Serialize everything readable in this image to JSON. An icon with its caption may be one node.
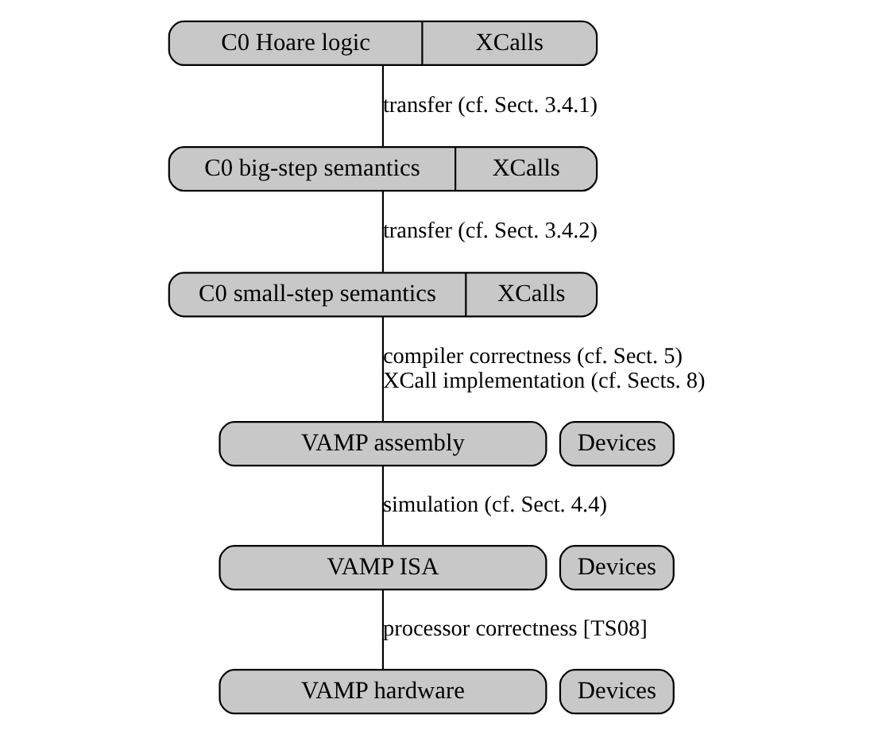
{
  "diagram": {
    "nodes": [
      {
        "text": [
          "C0 Hoare logic",
          "XCalls"
        ]
      },
      {
        "text": [
          "C0 big-step semantics",
          "XCalls"
        ]
      },
      {
        "text": [
          "C0 small-step semantics",
          "XCalls"
        ]
      },
      {
        "text": [
          "VAMP assembly"
        ]
      },
      {
        "text": [
          "Devices"
        ]
      },
      {
        "text": [
          "VAMP ISA"
        ]
      },
      {
        "text": [
          "Devices"
        ]
      },
      {
        "text": [
          "VAMP hardware"
        ]
      },
      {
        "text": [
          "Devices"
        ]
      }
    ],
    "edges": [
      {
        "from": 0,
        "to": 1,
        "arrow": "none",
        "label": "transfer (cf. Sect. 3.4.1)"
      },
      {
        "from": 1,
        "to": 2,
        "arrow": "none",
        "label": "transfer (cf. Sect. 3.4.2)"
      },
      {
        "from": 2,
        "to": 3,
        "arrow": "none",
        "label": "compiler correctness (cf. Sect. 5) XCall implementation (cf. Sects. 8)"
      },
      {
        "from": 3,
        "to": 5,
        "arrow": "none",
        "label": "simulation (cf. Sect. 4.4)"
      },
      {
        "from": 5,
        "to": 7,
        "arrow": "none",
        "label": "processor correctness [TS08]"
      }
    ]
  }
}
